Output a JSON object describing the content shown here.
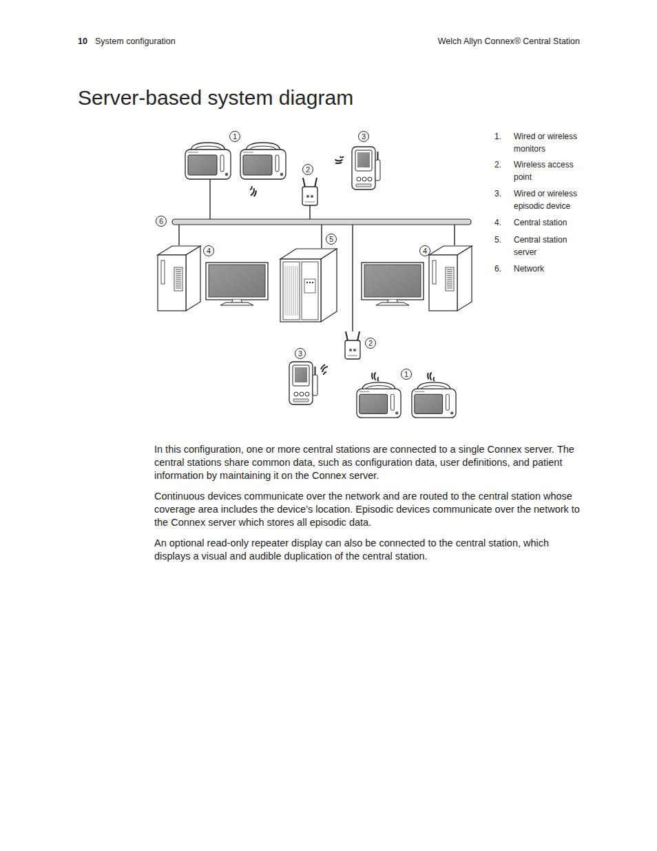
{
  "diagram": {
    "title": "Server-based system diagram",
    "labels": [
      "10",
      "System configuration",
      "Welch Allyn Connex® Central Station",
      "1",
      "3",
      "2",
      "6",
      "5",
      "4",
      "4",
      "2",
      "3",
      "1",
      "1.",
      "Wired or wireless monitors",
      "2.",
      "Wireless access point",
      "3.",
      "Wired or wireless episodic device",
      "4.",
      "Central station",
      "5.",
      "Central station server",
      "6.",
      "Network",
      "In this configuration, one or more central stations are connected to a single Connex server. The central stations share common data, such as configuration data, user definitions, and patient information by maintaining it on the Connex server.",
      "Continuous devices communicate over the network and are routed to the central station whose coverage area includes the device’s location. Episodic devices communicate over the network to the Connex server which stores all episodic data.",
      "An optional read-only repeater display can also be connected to the central station, which displays a visual and audible duplication of the central station."
    ]
  }
}
